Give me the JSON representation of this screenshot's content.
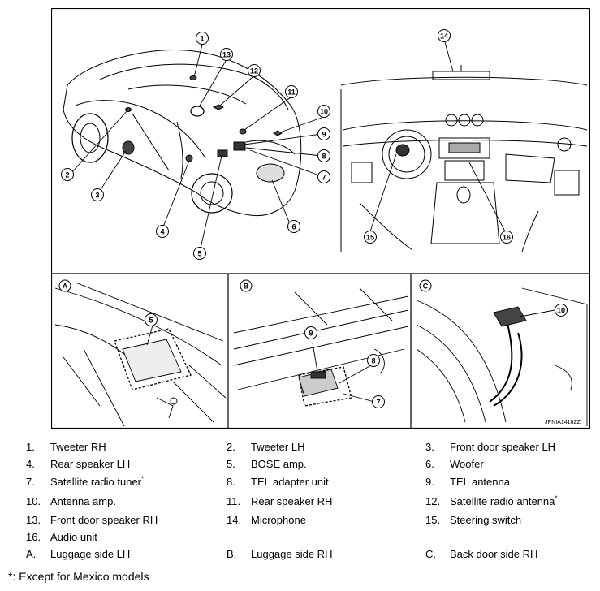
{
  "diagram": {
    "callouts": [
      "1",
      "2",
      "3",
      "4",
      "5",
      "6",
      "7",
      "8",
      "9",
      "10",
      "11",
      "12",
      "13",
      "14",
      "15",
      "16"
    ],
    "panels": [
      "A",
      "B",
      "C"
    ],
    "figure_code": "JPNIA1416ZZ"
  },
  "legend": {
    "rows": [
      [
        {
          "num": "1.",
          "text": "Tweeter RH",
          "sup": ""
        },
        {
          "num": "2.",
          "text": "Tweeter LH",
          "sup": ""
        },
        {
          "num": "3.",
          "text": "Front door speaker LH",
          "sup": ""
        }
      ],
      [
        {
          "num": "4.",
          "text": "Rear speaker LH",
          "sup": ""
        },
        {
          "num": "5.",
          "text": "BOSE amp.",
          "sup": ""
        },
        {
          "num": "6.",
          "text": "Woofer",
          "sup": ""
        }
      ],
      [
        {
          "num": "7.",
          "text": "Satellite radio tuner",
          "sup": "*"
        },
        {
          "num": "8.",
          "text": "TEL adapter unit",
          "sup": ""
        },
        {
          "num": "9.",
          "text": "TEL antenna",
          "sup": ""
        }
      ],
      [
        {
          "num": "10.",
          "text": "Antenna amp.",
          "sup": ""
        },
        {
          "num": "11.",
          "text": "Rear speaker RH",
          "sup": ""
        },
        {
          "num": "12.",
          "text": "Satellite radio antenna",
          "sup": "*"
        }
      ],
      [
        {
          "num": "13.",
          "text": "Front door speaker RH",
          "sup": ""
        },
        {
          "num": "14.",
          "text": "Microphone",
          "sup": ""
        },
        {
          "num": "15.",
          "text": "Steering switch",
          "sup": ""
        }
      ],
      [
        {
          "num": "16.",
          "text": "Audio unit",
          "sup": ""
        }
      ],
      [
        {
          "num": "A.",
          "text": "Luggage side LH",
          "sup": ""
        },
        {
          "num": "B.",
          "text": "Luggage side RH",
          "sup": ""
        },
        {
          "num": "C.",
          "text": "Back door side RH",
          "sup": ""
        }
      ]
    ]
  },
  "footnote": "*: Except for Mexico models"
}
